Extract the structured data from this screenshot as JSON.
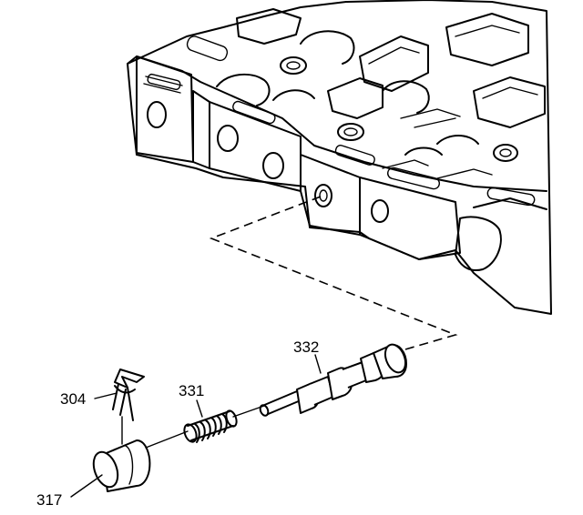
{
  "callouts": {
    "valve_332": "332",
    "spring_331": "331",
    "retainer_304": "304",
    "plug_317": "317"
  },
  "line_color": "#000000",
  "background_color": "#ffffff"
}
